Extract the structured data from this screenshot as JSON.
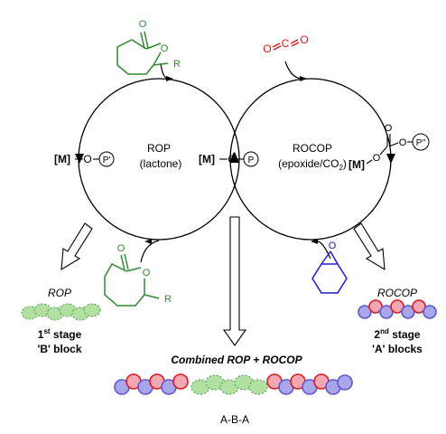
{
  "labels": {
    "rop_cycle_title": "ROP",
    "rop_cycle_sub": "(lactone)",
    "rocop_cycle_title": "ROCOP",
    "rocop_cycle_sub_pre": "(epoxide/CO",
    "rocop_cycle_sub_sub": "2",
    "rocop_cycle_sub_post": ")",
    "metal": "[M]",
    "oxygen": "O",
    "dash": "–",
    "polymer_p_prime": "P'",
    "polymer_p": "P",
    "polymer_p_double": "P''",
    "carbonyl_o": "O",
    "ring_r": "R",
    "co2_o1": "O",
    "co2_c": "C",
    "co2_o2": "O",
    "epoxide_o": "O",
    "rop_product": "ROP",
    "rop_stage_num": "1",
    "rop_stage_sup": "st",
    "rop_stage_word": " stage",
    "rop_block": "'B' block",
    "rocop_product": "ROCOP",
    "rocop_stage_num": "2",
    "rocop_stage_sup": "nd",
    "rocop_stage_word": " stage",
    "rocop_block": "'A' blocks",
    "combined": "Combined ROP + ROCOP",
    "aba": "A-B-A"
  },
  "colors": {
    "lactone": "#2e8b2e",
    "green_fill": "#b3dfa3",
    "co2": "#e01010",
    "epoxide": "#1a1ad0",
    "bead_pink": "#f2a7b5",
    "bead_red": "#e01818",
    "bead_violet": "#a9a6ec",
    "bead_violet_edge": "#5c58cf"
  }
}
